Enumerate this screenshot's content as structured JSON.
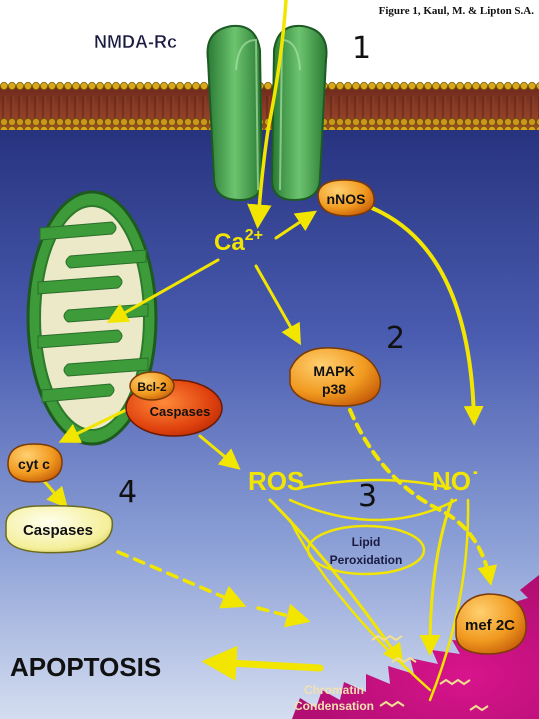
{
  "figure_caption": "Figure 1, Kaul, M. & Lipton S.A.",
  "receptor_label": "NMDA-Rc",
  "step_numbers": [
    "1",
    "2",
    "3",
    "4"
  ],
  "calcium": {
    "base": "Ca",
    "superscript": "2+"
  },
  "nodes": {
    "nnos": "nNOS",
    "mapk_line1": "MAPK",
    "mapk_line2": "p38",
    "bcl2": "Bcl-2",
    "caspases_mito": "Caspases",
    "cytc": "cyt c",
    "caspases": "Caspases",
    "ros": "ROS",
    "no": "NO˙",
    "lipid_line1": "Lipid",
    "lipid_line2": "Peroxidation",
    "mef2c": "mef 2C",
    "apoptosis": "APOPTOSIS",
    "chromatin_line1": "Chromatin",
    "chromatin_line2": "Condensation"
  },
  "colors": {
    "arrow": "#f2e600",
    "membrane_heads": "#d9a818",
    "cytoplasm_top": "#2f3d9a",
    "cytoplasm_bottom": "#c8d4ec",
    "receptor": "#3fa447",
    "mitochondrion": "#3d9b3a",
    "nucleus": "#c4107f",
    "node_orange": "#f08a18",
    "caspase_red": "#d8350e"
  }
}
